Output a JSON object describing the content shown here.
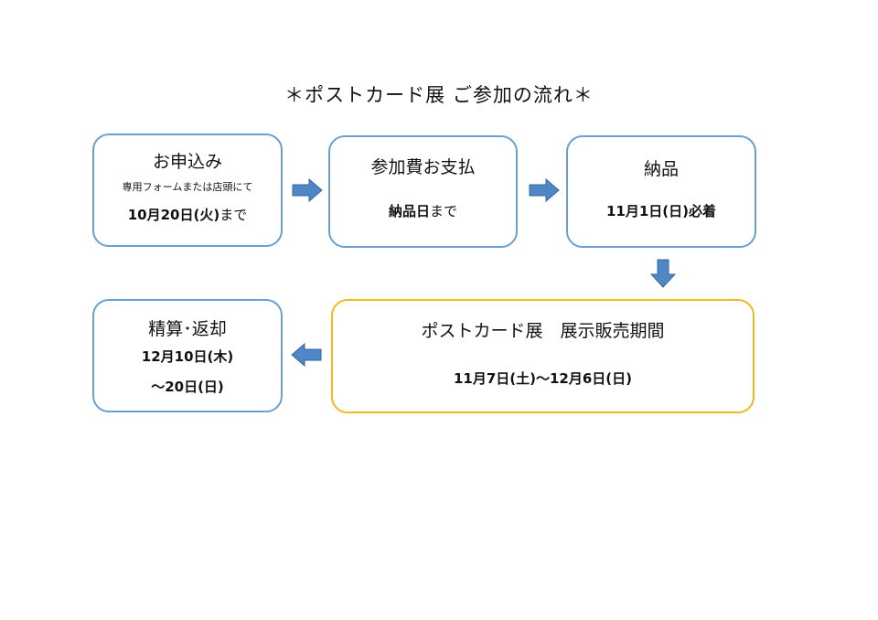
{
  "title": "＊ポストカード展 ご参加の流れ＊",
  "steps": {
    "apply": {
      "heading": "お申込み",
      "note": "専用フォームまたは店頭にて",
      "deadline_bold": "10月20日(火)",
      "deadline_suffix": "まで"
    },
    "payment": {
      "heading": "参加費お支払",
      "deadline_bold": "納品日",
      "deadline_suffix": "まで"
    },
    "delivery": {
      "heading": "納品",
      "deadline_bold": "11月1日(日)必着"
    },
    "exhibition": {
      "heading": "ポストカード展　展示販売期間",
      "period": "11月7日(土)〜12月6日(日)"
    },
    "settlement": {
      "heading": "精算･返却",
      "period_line1": "12月10日(木)",
      "period_line2": "〜20日(日)"
    }
  },
  "colors": {
    "box_border": "#6a9fd4",
    "highlight_border": "#f2b820",
    "arrow_fill": "#4f86c6",
    "arrow_stroke": "#35659c"
  }
}
